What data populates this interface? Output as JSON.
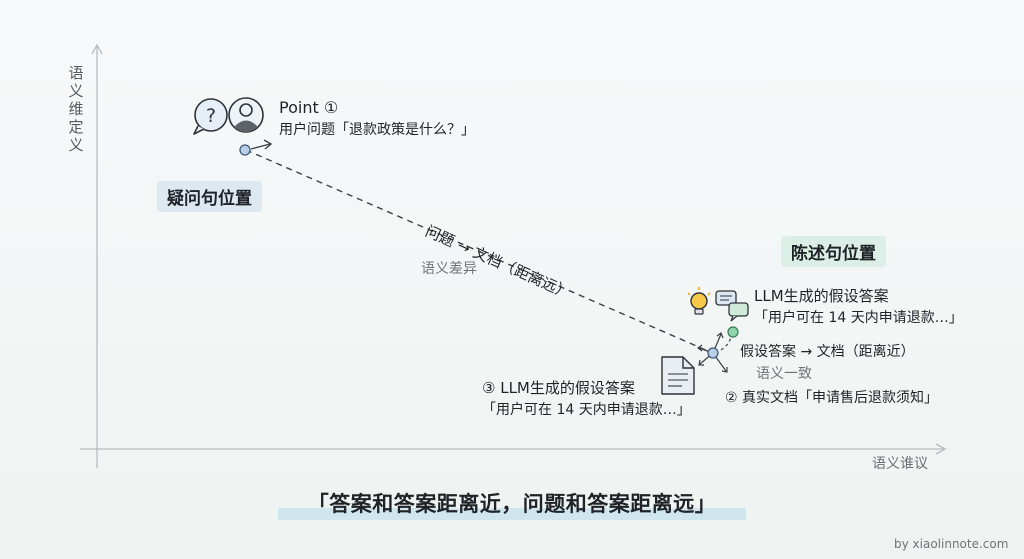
{
  "axes": {
    "y_label": "语义维定义",
    "x_label": "语义谁议"
  },
  "regions": {
    "question_position": "疑问句位置",
    "statement_position": "陈述句位置"
  },
  "point_one": {
    "title": "Point ①",
    "text": "用户问题「退款政策是什么？」"
  },
  "question_to_doc": {
    "label": "问题 → 文档（距离远）",
    "sub": "语义差异"
  },
  "llm_top": {
    "title": "LLM生成的假设答案",
    "text": "「用户可在 14 天内申请退款…」"
  },
  "hyp_to_doc": {
    "label": "假设答案 → 文档（距离近）",
    "sub": "语义一致"
  },
  "llm_bottom": {
    "title": "③ LLM生成的假设答案",
    "text": "「用户可在 14 天内申请退款…」"
  },
  "real_doc": {
    "text": "② 真实文档「申请售后退款须知」"
  },
  "caption": "「答案和答案距离近，问题和答案距离远」",
  "watermark": "by xiaolinnote.com",
  "colors": {
    "axis": "#b5bcc2",
    "node_fill": "#b9cfe6",
    "node_stroke": "#3f5b7a",
    "dash_line": "#3c4148",
    "green_node": "#8fd6ac",
    "pill_blue": "#dde8f0",
    "pill_green": "#dcefe6",
    "caption_highlight": "#cfe6ee"
  },
  "icons": [
    "question-bubble-icon",
    "user-avatar-icon",
    "lightbulb-icon",
    "chat-bubbles-icon",
    "document-icon"
  ]
}
